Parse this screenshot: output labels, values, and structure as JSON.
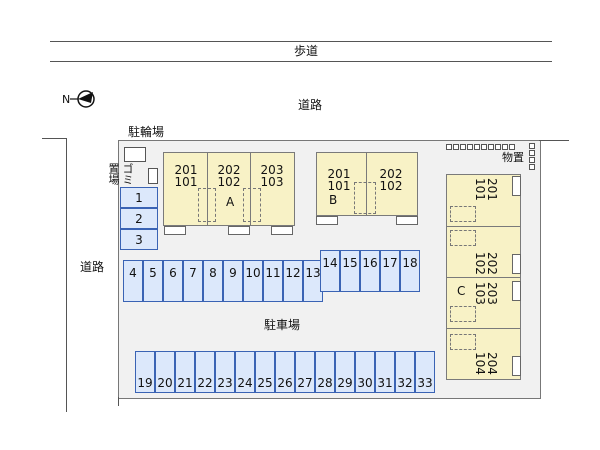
{
  "labels": {
    "sidewalk": "歩道",
    "road_top": "道路",
    "road_left": "道路",
    "bicycle_parking": "駐輪場",
    "garbage_station": "ゴミ置場",
    "storage": "物置",
    "parking_lot": "駐車場"
  },
  "compass": {
    "icon": "north-arrow-icon",
    "letter": "N"
  },
  "buildings": {
    "A": {
      "label": "A",
      "units": [
        [
          "201",
          "101"
        ],
        [
          "202",
          "102"
        ],
        [
          "203",
          "103"
        ]
      ]
    },
    "B": {
      "label": "B",
      "units": [
        [
          "201",
          "101"
        ],
        [
          "202",
          "102"
        ]
      ]
    },
    "C": {
      "label": "C",
      "units": [
        [
          "201",
          "101"
        ],
        [
          "202",
          "102"
        ],
        [
          "203",
          "103"
        ],
        [
          "204",
          "104"
        ]
      ]
    }
  },
  "parking": {
    "left_column": [
      "1",
      "2",
      "3"
    ],
    "middle_row": [
      "4",
      "5",
      "6",
      "7",
      "8",
      "9",
      "10",
      "11",
      "12",
      "13"
    ],
    "upper_row": [
      "14",
      "15",
      "16",
      "17",
      "18"
    ],
    "bottom_row": [
      "19",
      "20",
      "21",
      "22",
      "23",
      "24",
      "25",
      "26",
      "27",
      "28",
      "29",
      "30",
      "31",
      "32",
      "33"
    ]
  },
  "colors": {
    "building_fill": "#f8f2c6",
    "parking_fill": "#dce8fb",
    "parking_border": "#3a63b4",
    "site_fill": "#f1f1f1"
  }
}
